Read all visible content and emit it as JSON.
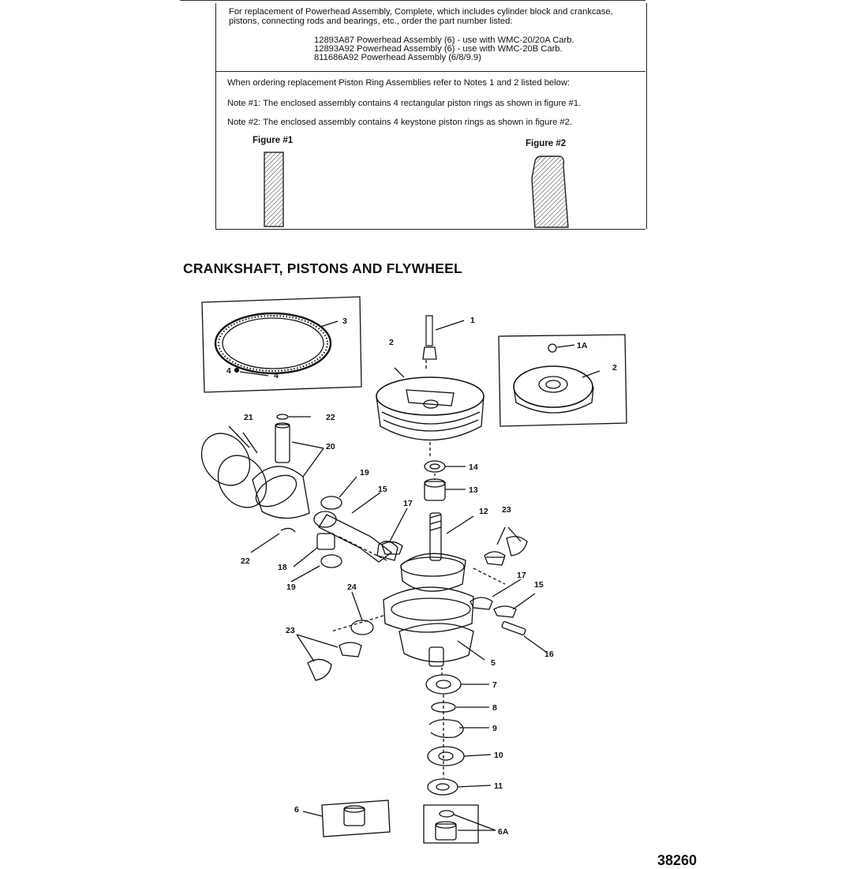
{
  "notes": {
    "intro": "For replacement of Powerhead Assembly, Complete, which includes cylinder block and crankcase, pistons, connecting rods and bearings, etc., order the part number listed:",
    "assemblies": [
      "12893A87 Powerhead Assembly (6) - use with WMC-20/20A Carb.",
      "12893A92 Powerhead Assembly (6) - use with WMC-20B Carb.",
      "811686A92 Powerhead Assembly (6/8/9.9)"
    ],
    "ring_intro": "When ordering replacement Piston Ring Assemblies refer to Notes 1 and 2 listed below:",
    "note1": "Note #1: The enclosed assembly contains 4 rectangular piston rings as shown in figure #1.",
    "note2": "Note #2: The enclosed assembly contains 4 keystone piston rings as shown in figure #2.",
    "figure1_label": "Figure #1",
    "figure2_label": "Figure #2"
  },
  "section_title": "CRANKSHAFT, PISTONS AND FLYWHEEL",
  "callouts": {
    "c1": "1",
    "c1a": "1A",
    "c2a": "2",
    "c2b": "2",
    "c3": "3",
    "c4a": "4",
    "c4b": "4",
    "c5": "5",
    "c6": "6",
    "c6a": "6A",
    "c7": "7",
    "c8": "8",
    "c9": "9",
    "c10": "10",
    "c11": "11",
    "c12": "12",
    "c13": "13",
    "c14": "14",
    "c15a": "15",
    "c15b": "15",
    "c16": "16",
    "c17a": "17",
    "c17b": "17",
    "c18": "18",
    "c19a": "19",
    "c19b": "19",
    "c20": "20",
    "c21": "21",
    "c22a": "22",
    "c22b": "22",
    "c23a": "23",
    "c23b": "23",
    "c24": "24"
  },
  "page_number": "38260",
  "colors": {
    "ink": "#111111",
    "hatch": "#555555",
    "paper": "#ffffff"
  }
}
